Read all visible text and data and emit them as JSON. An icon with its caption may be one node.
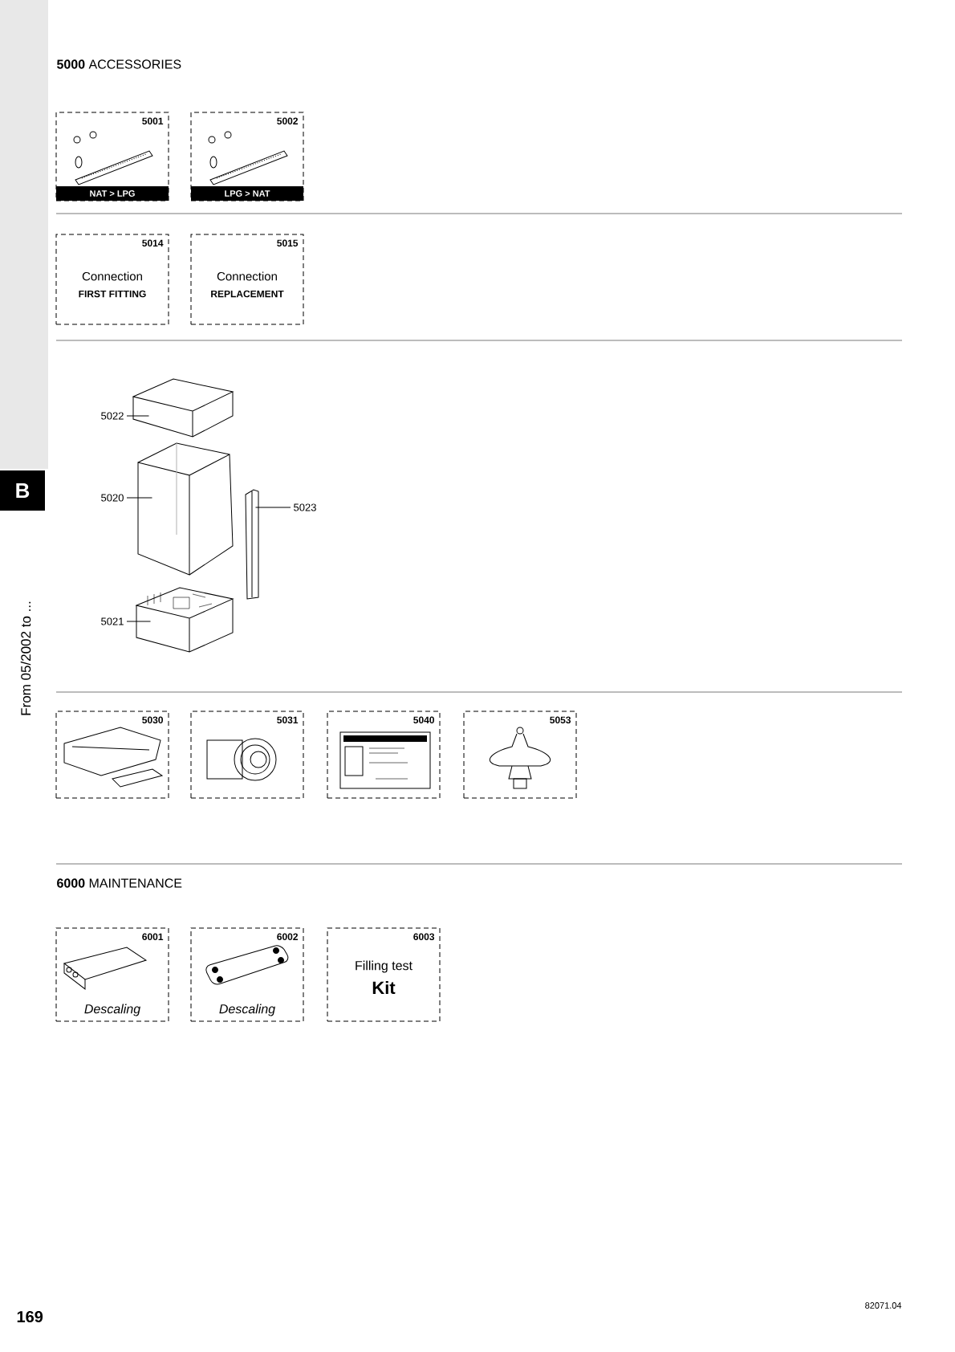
{
  "diagram": {
    "nodes": [
      {
        "text": [
          "5001",
          "NAT > LPG"
        ]
      },
      {
        "text": [
          "5002",
          "LPG > NAT"
        ]
      },
      {
        "text": [
          "5014",
          "Connection",
          "FIRST FITTING"
        ]
      },
      {
        "text": [
          "5015",
          "Connection",
          "REPLACEMENT"
        ]
      },
      {
        "text": [
          "5022"
        ]
      },
      {
        "text": [],
        "shape": "picture"
      },
      {
        "text": [
          "5020"
        ]
      },
      {
        "text": [],
        "shape": "picture"
      },
      {
        "text": [
          "5023"
        ]
      },
      {
        "text": [],
        "shape": "picture"
      },
      {
        "text": [
          "5021"
        ]
      },
      {
        "text": [],
        "shape": "picture"
      },
      {
        "text": [
          "5030"
        ]
      },
      {
        "text": [
          "5031"
        ]
      },
      {
        "text": [
          "5040"
        ]
      },
      {
        "text": [
          "5053"
        ]
      },
      {
        "text": [
          "6001",
          "Descaling"
        ]
      },
      {
        "text": [
          "6002",
          "Descaling"
        ]
      },
      {
        "text": [
          "6003",
          "Filling test",
          "Kit"
        ]
      }
    ],
    "edges": [
      {
        "from": 4,
        "to": 5,
        "arrow": "none"
      },
      {
        "from": 6,
        "to": 7,
        "arrow": "none"
      },
      {
        "from": 8,
        "to": 9,
        "arrow": "none"
      },
      {
        "from": 10,
        "to": 11,
        "arrow": "none"
      }
    ],
    "labels": [
      "**5000** ACCESSORIES",
      "B",
      "From 05/2002 to ...",
      "**6000** MAINTENANCE",
      "169",
      "82071.04"
    ]
  }
}
